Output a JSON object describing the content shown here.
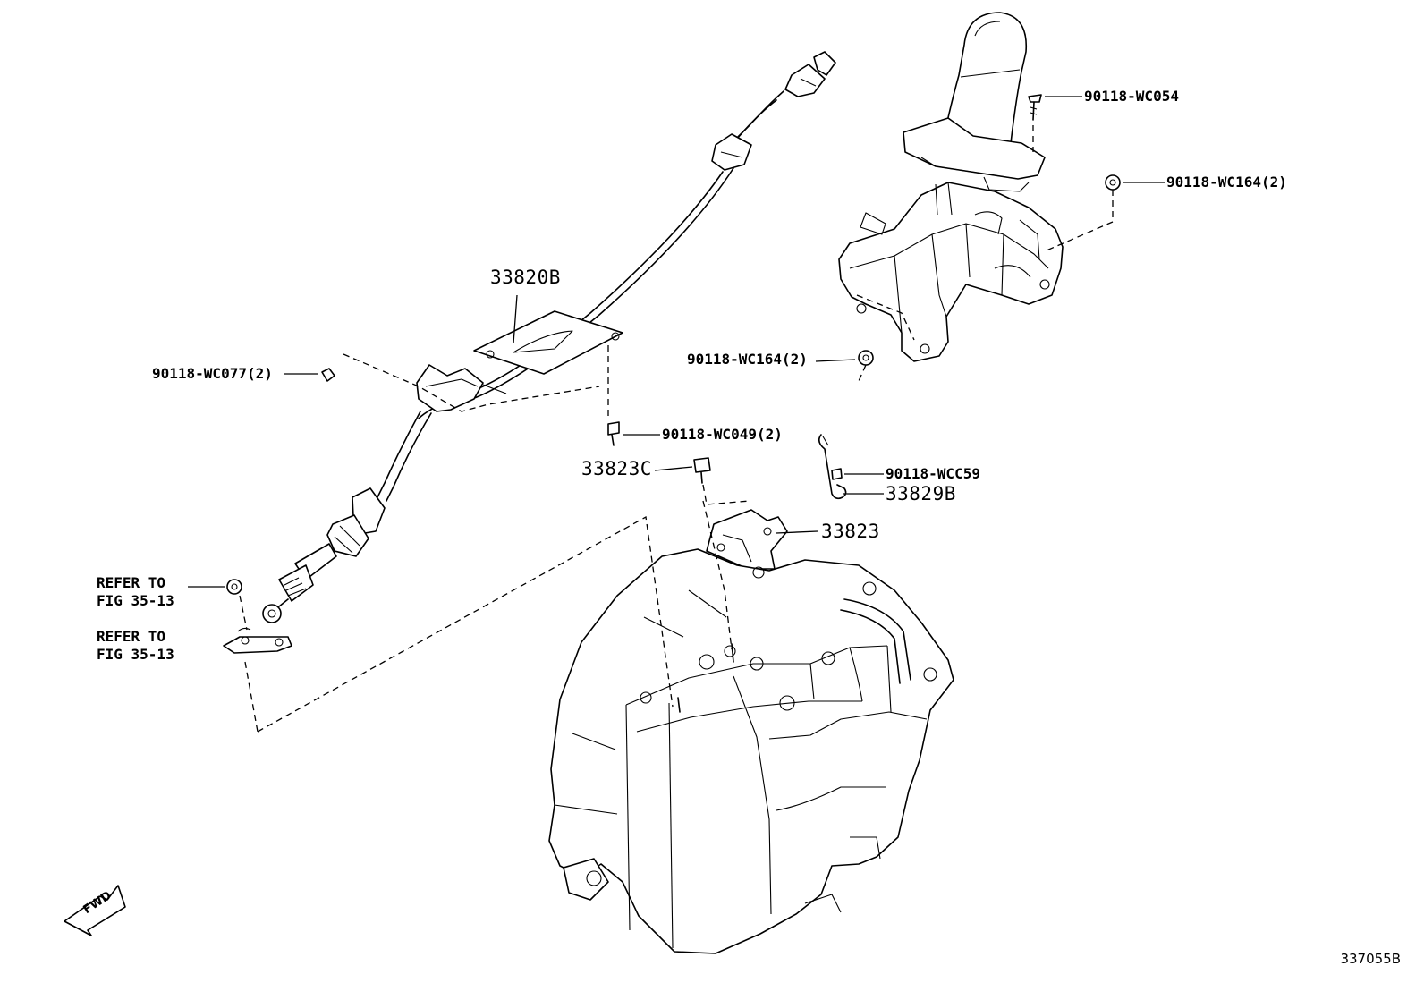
{
  "labels": {
    "c1": "90118-WC054",
    "c2": "90118-WC164(2)",
    "c3": "90118-WC164(2)",
    "c4": "33820B",
    "c5": "90118-WC077(2)",
    "c6": "90118-WC049(2)",
    "c7": "33823C",
    "c8": "90118-WCC59",
    "c9": "33829B",
    "c10": "33823",
    "refer1_a": "REFER TO",
    "refer1_b": "FIG 35-13",
    "refer2_a": "REFER TO",
    "refer2_b": "FIG 35-13",
    "fwd": "FWD",
    "diagram_id": "337055B"
  }
}
